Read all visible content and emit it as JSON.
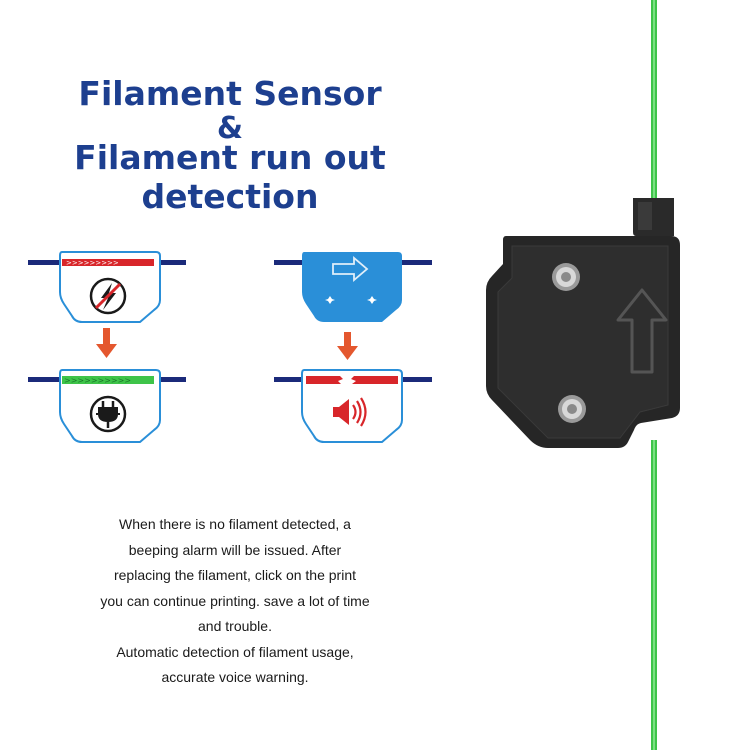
{
  "title": {
    "line1": "Filament Sensor",
    "line2": "&",
    "line3": "Filament run out detection"
  },
  "description": {
    "lines": [
      "When there is no filament detected, a",
      "beeping alarm will be issued. After",
      "replacing the filament, click on the print",
      "you can continue printing. save a lot of time",
      "and trouble.",
      "Automatic detection of filament usage,",
      "accurate voice warning."
    ]
  },
  "colors": {
    "title_blue": "#1d3f8f",
    "line_navy": "#1b2a7a",
    "sensor_red": "#d8262a",
    "arrow_orange": "#e4572e",
    "filament_green": "#3ec449",
    "sensor_body": "#252525",
    "panel_blue": "#2a8fd8"
  },
  "icons": [
    "no-power-icon",
    "plug-icon",
    "flow-arrow-icon",
    "alarm-speaker-icon",
    "up-arrow-icon",
    "screw-icon"
  ]
}
